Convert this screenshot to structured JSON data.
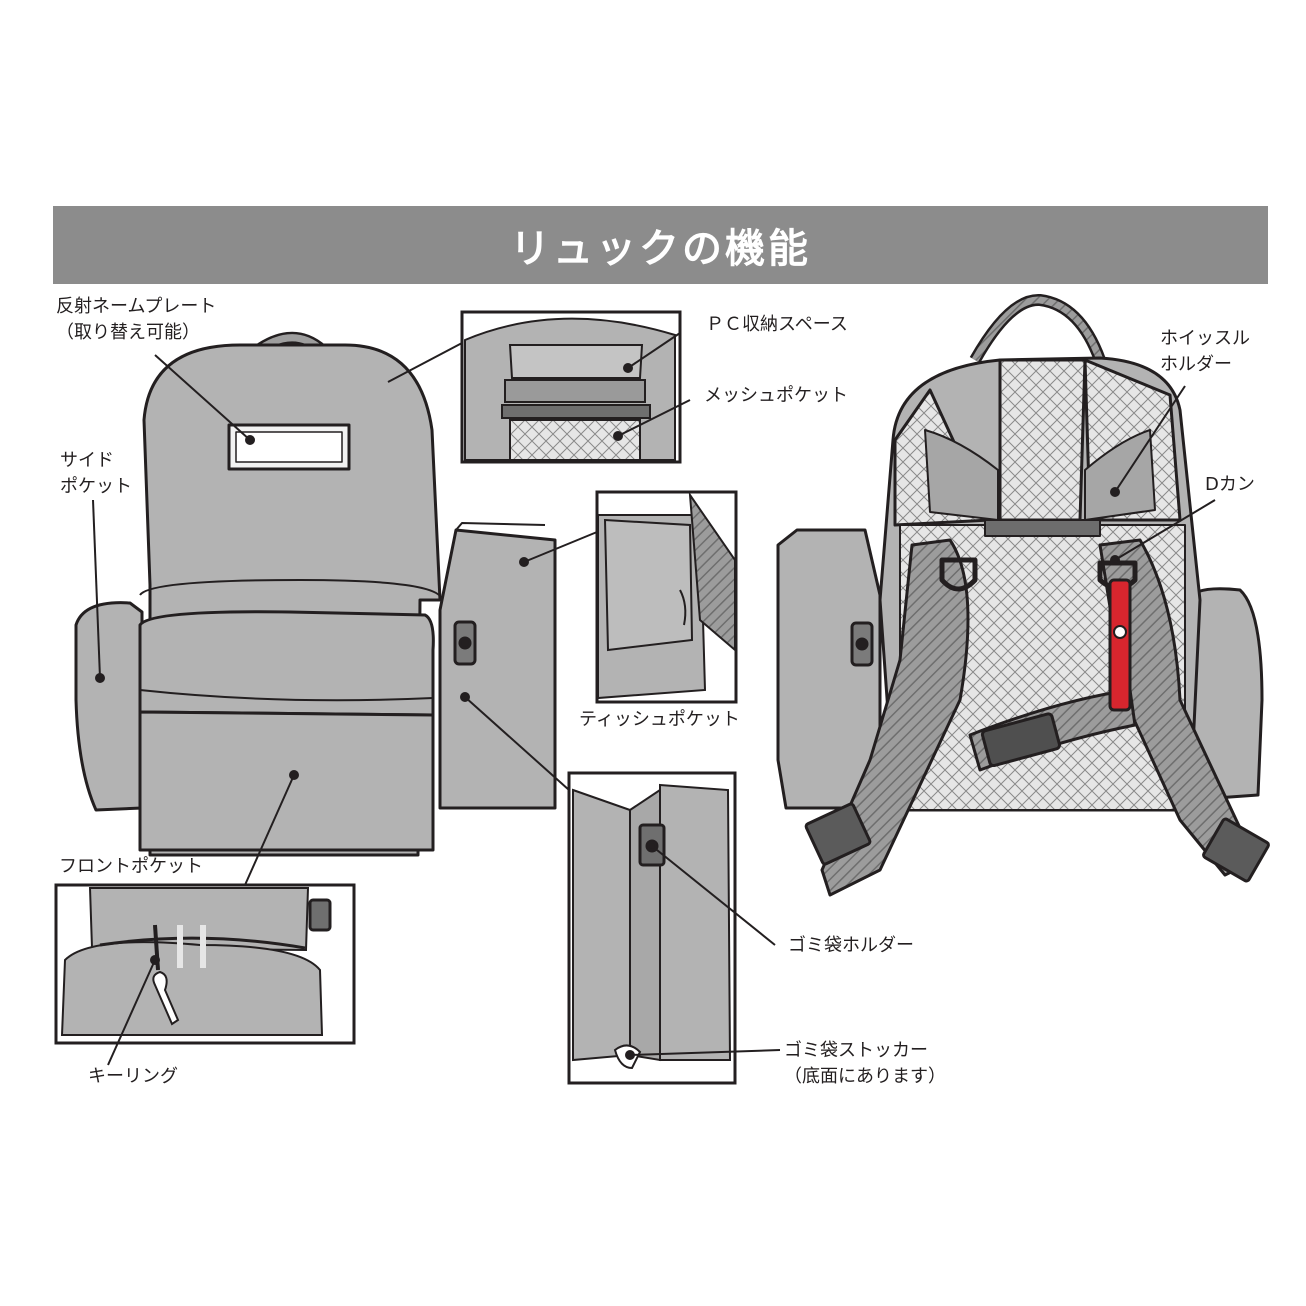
{
  "title": "リュックの機能",
  "labels": {
    "name_plate": [
      "反射ネームプレート",
      "（取り替え可能）"
    ],
    "side_pocket": [
      "サイド",
      "ポケット"
    ],
    "pc_space": "ＰＣ収納スペース",
    "mesh_pocket": "メッシュポケット",
    "tissue_pocket": "ティッシュポケット",
    "front_pocket": "フロントポケット",
    "key_ring": "キーリング",
    "trash_holder": "ゴミ袋ホルダー",
    "trash_stocker": [
      "ゴミ袋ストッカー",
      "（底面にあります）"
    ],
    "whistle_holder": [
      "ホイッスル",
      "ホルダー"
    ],
    "d_ring": "Dカン"
  },
  "colors": {
    "bag_gray": "#b3b3b3",
    "title_bar": "#8c8c8c",
    "outline": "#231f20",
    "whistle_red": "#d7262e"
  }
}
